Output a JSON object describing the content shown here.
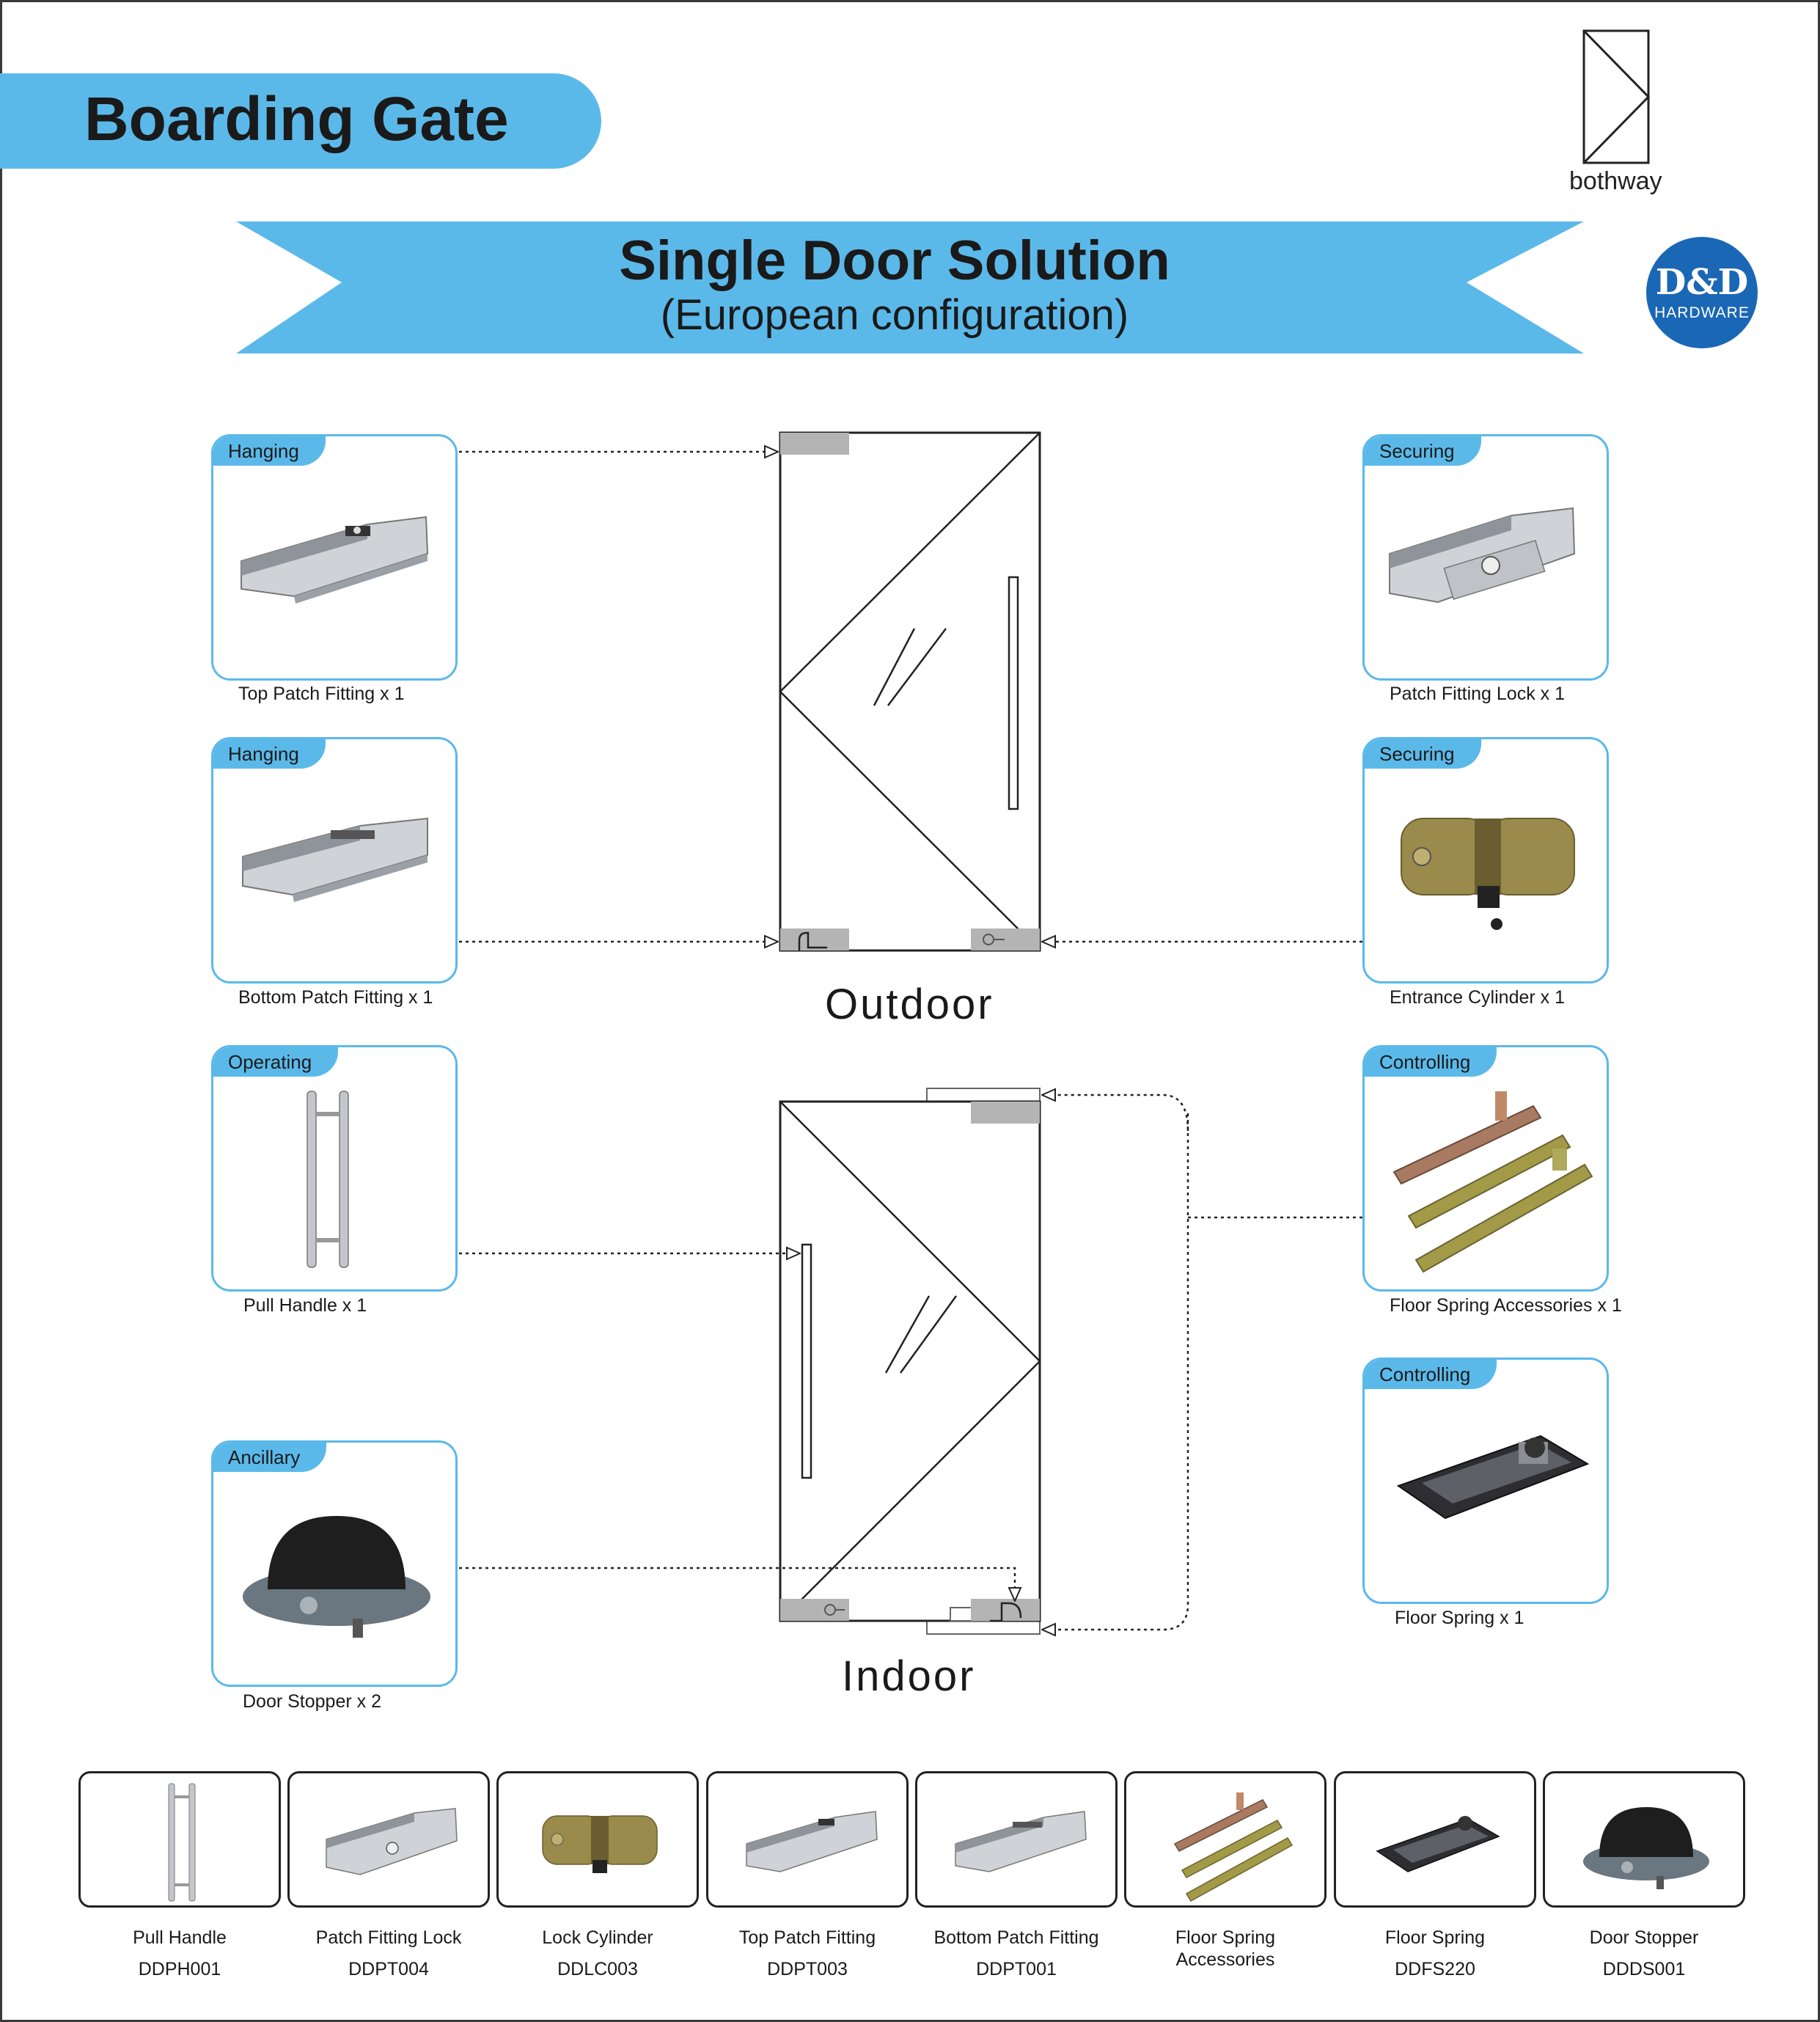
{
  "header": {
    "title": "Boarding Gate",
    "banner_title": "Single Door Solution",
    "banner_subtitle": "(European configuration)",
    "opening_type": "bothway",
    "logo_mark": "D&D",
    "logo_text": "HARDWARE"
  },
  "colors": {
    "accent": "#5bb9ea",
    "logo": "#1a67b5",
    "fitting_grey": "#b4b4b4"
  },
  "doors": {
    "outdoor_label": "Outdoor",
    "indoor_label": "Indoor"
  },
  "components": [
    {
      "id": "top-patch",
      "tag": "Hanging",
      "caption": "Top Patch Fitting x 1",
      "icon": "top-patch-fitting-icon"
    },
    {
      "id": "bottom-patch",
      "tag": "Hanging",
      "caption": "Bottom Patch Fitting x 1",
      "icon": "bottom-patch-fitting-icon"
    },
    {
      "id": "pull-handle",
      "tag": "Operating",
      "caption": "Pull Handle x 1",
      "icon": "pull-handle-icon"
    },
    {
      "id": "door-stopper",
      "tag": "Ancillary",
      "caption": "Door Stopper x 2",
      "icon": "door-stopper-icon"
    },
    {
      "id": "patch-lock",
      "tag": "Securing",
      "caption": "Patch Fitting Lock x 1",
      "icon": "patch-fitting-lock-icon"
    },
    {
      "id": "entrance-cylinder",
      "tag": "Securing",
      "caption": "Entrance Cylinder x 1",
      "icon": "lock-cylinder-icon"
    },
    {
      "id": "floor-spring-acc",
      "tag": "Controlling",
      "caption": "Floor Spring Accessories x 1",
      "icon": "floor-spring-accessories-icon"
    },
    {
      "id": "floor-spring",
      "tag": "Controlling",
      "caption": "Floor Spring x 1",
      "icon": "floor-spring-icon"
    }
  ],
  "products": [
    {
      "name": "Pull Handle",
      "code": "DDPH001",
      "icon": "pull-handle-icon"
    },
    {
      "name": "Patch Fitting Lock",
      "code": "DDPT004",
      "icon": "patch-fitting-lock-icon"
    },
    {
      "name": "Lock Cylinder",
      "code": "DDLC003",
      "icon": "lock-cylinder-icon"
    },
    {
      "name": "Top Patch Fitting",
      "code": "DDPT003",
      "icon": "top-patch-fitting-icon"
    },
    {
      "name": "Bottom Patch Fitting",
      "code": "DDPT001",
      "icon": "bottom-patch-fitting-icon"
    },
    {
      "name": "Floor Spring Accessories",
      "code": "",
      "icon": "floor-spring-accessories-icon"
    },
    {
      "name": "Floor Spring",
      "code": "DDFS220",
      "icon": "floor-spring-icon"
    },
    {
      "name": "Door Stopper",
      "code": "DDDS001",
      "icon": "door-stopper-icon"
    }
  ]
}
